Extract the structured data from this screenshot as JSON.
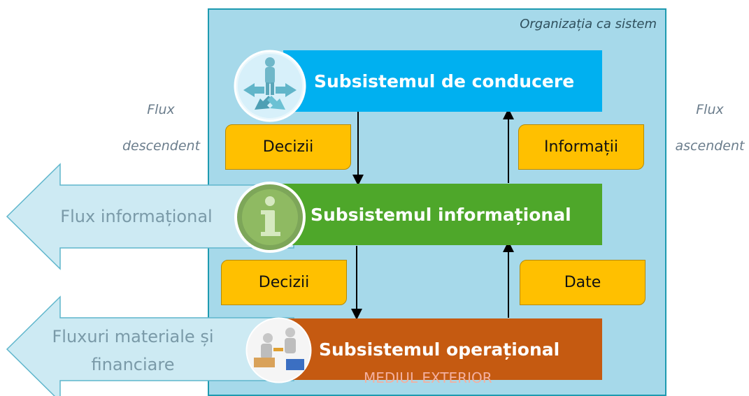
{
  "organization": {
    "title": "Organizația ca sistem"
  },
  "flux_descendent": {
    "line1": "Flux",
    "line2": "descendent"
  },
  "flux_ascendent": {
    "line1": "Flux",
    "line2": "ascendent"
  },
  "subsystems": {
    "conducere": {
      "label": "Subsistemul de conducere",
      "color": "#00b0f0",
      "icon": "person-crossroads-arrows-icon"
    },
    "informational": {
      "label": "Subsistemul informațional",
      "color": "#4ea72a",
      "icon": "info-icon"
    },
    "operational": {
      "label": "Subsistemul operațional",
      "color": "#c55a11",
      "icon": "workers-icon"
    }
  },
  "tags": {
    "decizii_top": "Decizii",
    "informatii": "Informații",
    "decizii_bottom": "Decizii",
    "date": "Date"
  },
  "big_arrows": {
    "informational": "Flux informațional",
    "material_line1": "Fluxuri materiale și",
    "material_line2": "financiare"
  },
  "environment": {
    "label": "MEDIUL EXTERIOR"
  },
  "colors": {
    "tag": "#ffc000",
    "org_background": "#a6d9ea",
    "big_arrow": "#cdeaf3"
  }
}
